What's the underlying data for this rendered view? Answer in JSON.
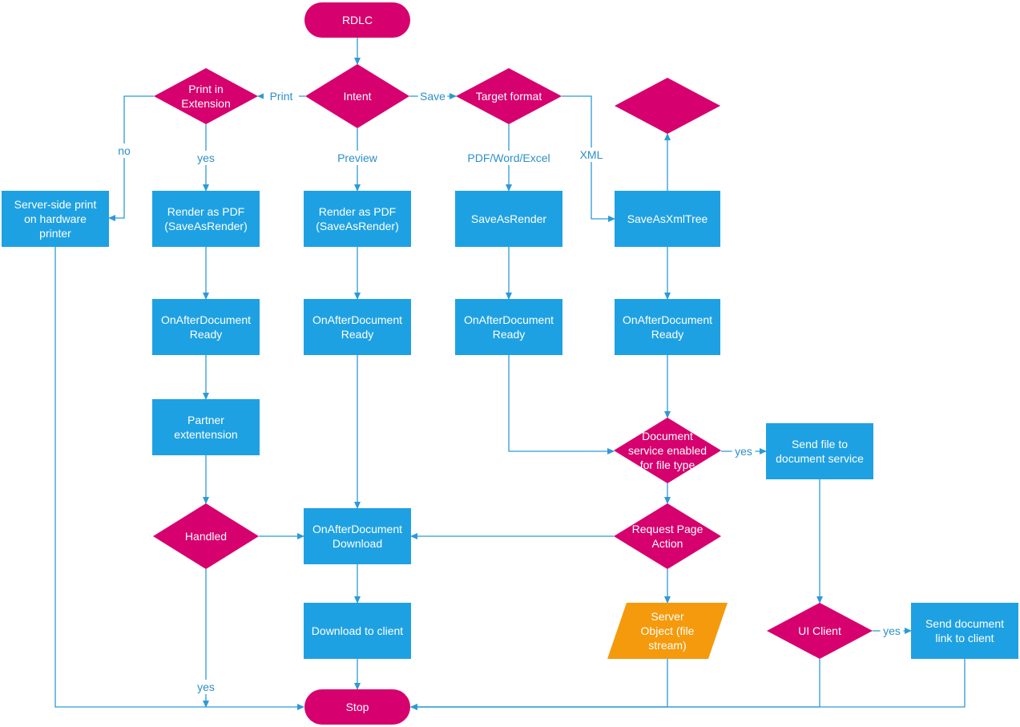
{
  "colors": {
    "process": "#1ea1e2",
    "decision": "#d6006e",
    "terminal": "#d6006e",
    "data": "#f49a0c",
    "connector": "#2d9ad6",
    "label": "#2d8fc9",
    "node_text": "#ffffff"
  },
  "nodes": [
    {
      "id": "rdlc",
      "shape": "terminal",
      "lines": [
        "RDLC"
      ]
    },
    {
      "id": "intent",
      "shape": "decision",
      "lines": [
        "Intent"
      ]
    },
    {
      "id": "print-ext",
      "shape": "decision",
      "lines": [
        "Print in",
        "Extension"
      ]
    },
    {
      "id": "target-format",
      "shape": "decision",
      "lines": [
        "Target format"
      ]
    },
    {
      "id": "blank-decision",
      "shape": "decision",
      "lines": []
    },
    {
      "id": "server-print",
      "shape": "process",
      "lines": [
        "Server-side print",
        "on hardware",
        "printer"
      ]
    },
    {
      "id": "render-pdf-1",
      "shape": "process",
      "lines": [
        "Render as PDF",
        "(SaveAsRender)"
      ]
    },
    {
      "id": "render-pdf-2",
      "shape": "process",
      "lines": [
        "Render as PDF",
        "(SaveAsRender)"
      ]
    },
    {
      "id": "saveasrender",
      "shape": "process",
      "lines": [
        "SaveAsRender"
      ]
    },
    {
      "id": "saveasxmltree",
      "shape": "process",
      "lines": [
        "SaveAsXmlTree"
      ]
    },
    {
      "id": "oadr-1",
      "shape": "process",
      "lines": [
        "OnAfterDocument",
        "Ready"
      ]
    },
    {
      "id": "oadr-2",
      "shape": "process",
      "lines": [
        "OnAfterDocument",
        "Ready"
      ]
    },
    {
      "id": "oadr-3",
      "shape": "process",
      "lines": [
        "OnAfterDocument",
        "Ready"
      ]
    },
    {
      "id": "oadr-4",
      "shape": "process",
      "lines": [
        "OnAfterDocument",
        "Ready"
      ]
    },
    {
      "id": "partner-ext",
      "shape": "process",
      "lines": [
        "Partner",
        "extentension"
      ]
    },
    {
      "id": "doc-service-enabled",
      "shape": "decision",
      "lines": [
        "Document",
        "service enabled",
        "for file type"
      ]
    },
    {
      "id": "send-file",
      "shape": "process",
      "lines": [
        "Send file to",
        "document service"
      ]
    },
    {
      "id": "handled",
      "shape": "decision",
      "lines": [
        "Handled"
      ]
    },
    {
      "id": "oadd",
      "shape": "process",
      "lines": [
        "OnAfterDocument",
        "Download"
      ]
    },
    {
      "id": "request-page-action",
      "shape": "decision",
      "lines": [
        "Request Page",
        "Action"
      ]
    },
    {
      "id": "download-client",
      "shape": "process",
      "lines": [
        "Download to client"
      ]
    },
    {
      "id": "server-object",
      "shape": "data",
      "lines": [
        "Server",
        "Object (file",
        "stream)"
      ]
    },
    {
      "id": "ui-client",
      "shape": "decision",
      "lines": [
        "UI Client"
      ]
    },
    {
      "id": "send-link",
      "shape": "process",
      "lines": [
        "Send document",
        "link to client"
      ]
    },
    {
      "id": "stop",
      "shape": "terminal",
      "lines": [
        "Stop"
      ]
    }
  ],
  "edges": [
    {
      "id": "rdlc-intent",
      "from": "rdlc",
      "to": "intent",
      "label": ""
    },
    {
      "id": "intent-print",
      "from": "intent",
      "to": "print-ext",
      "label": "Print"
    },
    {
      "id": "intent-save",
      "from": "intent",
      "to": "target-format",
      "label": "Save"
    },
    {
      "id": "intent-preview",
      "from": "intent",
      "to": "render-pdf-2",
      "label": "Preview"
    },
    {
      "id": "print-no",
      "from": "print-ext",
      "to": "server-print",
      "label": "no"
    },
    {
      "id": "print-yes",
      "from": "print-ext",
      "to": "render-pdf-1",
      "label": "yes"
    },
    {
      "id": "format-pdf",
      "from": "target-format",
      "to": "saveasrender",
      "label": "PDF/Word/Excel"
    },
    {
      "id": "format-xml",
      "from": "target-format",
      "to": "saveasxmltree",
      "label": "XML"
    },
    {
      "id": "xml-up",
      "from": "saveasxmltree",
      "to": "blank-decision",
      "label": ""
    },
    {
      "id": "pdf1-oadr",
      "from": "render-pdf-1",
      "to": "oadr-1",
      "label": ""
    },
    {
      "id": "pdf2-oadr",
      "from": "render-pdf-2",
      "to": "oadr-2",
      "label": ""
    },
    {
      "id": "sar-oadr",
      "from": "saveasrender",
      "to": "oadr-3",
      "label": ""
    },
    {
      "id": "xml-oadr",
      "from": "saveasxmltree",
      "to": "oadr-4",
      "label": ""
    },
    {
      "id": "oadr1-partner",
      "from": "oadr-1",
      "to": "partner-ext",
      "label": ""
    },
    {
      "id": "partner-handled",
      "from": "partner-ext",
      "to": "handled",
      "label": ""
    },
    {
      "id": "handled-oadd",
      "from": "handled",
      "to": "oadd",
      "label": ""
    },
    {
      "id": "handled-yes",
      "from": "handled",
      "to": "stop",
      "label": "yes"
    },
    {
      "id": "oadr2-oadd",
      "from": "oadr-2",
      "to": "oadd",
      "label": ""
    },
    {
      "id": "oadr3-dse",
      "from": "oadr-3",
      "to": "doc-service-enabled",
      "label": ""
    },
    {
      "id": "oadr4-dse",
      "from": "oadr-4",
      "to": "doc-service-enabled",
      "label": ""
    },
    {
      "id": "dse-yes",
      "from": "doc-service-enabled",
      "to": "send-file",
      "label": "yes"
    },
    {
      "id": "dse-rpa",
      "from": "doc-service-enabled",
      "to": "request-page-action",
      "label": ""
    },
    {
      "id": "rpa-oadd",
      "from": "request-page-action",
      "to": "oadd",
      "label": ""
    },
    {
      "id": "rpa-server",
      "from": "request-page-action",
      "to": "server-object",
      "label": ""
    },
    {
      "id": "oadd-download",
      "from": "oadd",
      "to": "download-client",
      "label": ""
    },
    {
      "id": "download-stop",
      "from": "download-client",
      "to": "stop",
      "label": ""
    },
    {
      "id": "sendfile-ui",
      "from": "send-file",
      "to": "ui-client",
      "label": ""
    },
    {
      "id": "ui-yes",
      "from": "ui-client",
      "to": "send-link",
      "label": "yes"
    },
    {
      "id": "server-print-stop",
      "from": "server-print",
      "to": "stop",
      "label": ""
    },
    {
      "id": "server-object-stop",
      "from": "server-object",
      "to": "stop",
      "label": ""
    },
    {
      "id": "ui-stop",
      "from": "ui-client",
      "to": "stop",
      "label": ""
    },
    {
      "id": "link-stop",
      "from": "send-link",
      "to": "stop",
      "label": ""
    }
  ]
}
